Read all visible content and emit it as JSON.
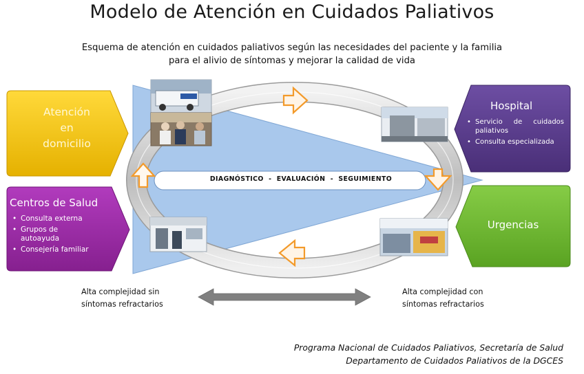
{
  "title": "Modelo de Atención en Cuidados Paliativos",
  "subtitle": {
    "line1": "Esquema de atención en cuidados paliativos según las necesidades del paciente y la familia",
    "line2": "para el alivio de síntomas y mejorar la calidad de vida"
  },
  "nodes": {
    "domicilio": {
      "line1": "Atención",
      "line2": "en",
      "line3": "domicilio"
    },
    "centros": {
      "title": "Centros de Salud",
      "items": [
        "Consulta externa",
        "Grupos de autoayuda",
        "Consejería familiar"
      ]
    },
    "hospital": {
      "title": "Hospital",
      "items": [
        "Servicio de cuidados paliativos",
        "Consulta especializada"
      ]
    },
    "urgencias": {
      "title": "Urgencias"
    }
  },
  "center_label": "DIAGNÓSTICO  -  EVALUACIÓN  -  SEGUIMIENTO",
  "notes": {
    "left": {
      "line1": "Alta complejidad sin",
      "line2": "síntomas refractarios"
    },
    "right": {
      "line1": "Alta complejidad con",
      "line2": "síntomas refractarios"
    }
  },
  "footer": {
    "line1": "Programa Nacional de Cuidados Paliativos, Secretaría de Salud",
    "line2": "Departamento de Cuidados Paliativos de la DGCES"
  },
  "colors": {
    "domicilio": "#f5c400",
    "centros": "#9c2aa8",
    "hospital": "#5b3c8e",
    "urgencias": "#6dbb2e",
    "wedge": "#a9c8ec",
    "arrow_orange": "#f39a2a",
    "ring": "#d9d9d9"
  },
  "icons": [
    "ambulance-photo",
    "home-visit-photo",
    "hospital-photo",
    "health-center-photo",
    "emergency-photo"
  ]
}
